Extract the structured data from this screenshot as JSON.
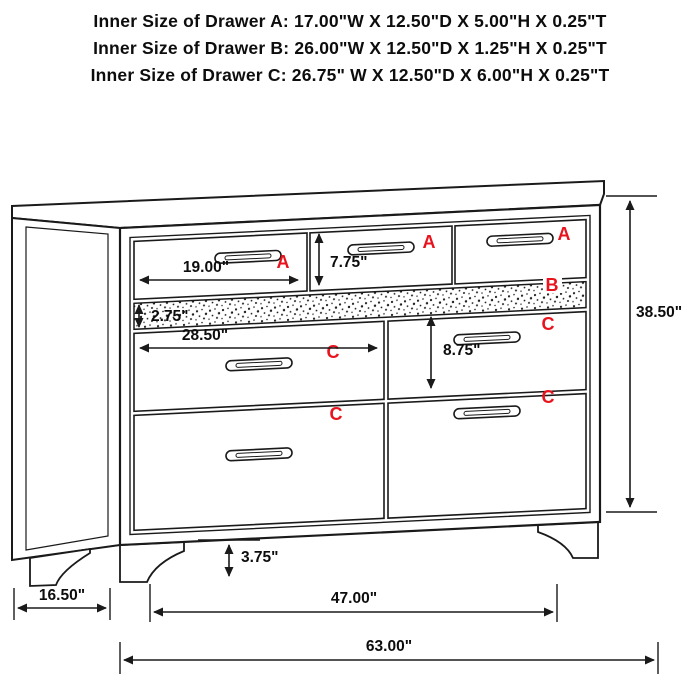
{
  "header": {
    "lines": [
      "Inner Size of Drawer A: 17.00\"W X 12.50\"D X 5.00\"H X 0.25\"T",
      "Inner Size of Drawer B: 26.00\"W X 12.50\"D X 1.25\"H X 0.25\"T",
      "Inner Size of Drawer C: 26.75\" W X 12.50\"D X 6.00\"H X 0.25\"T"
    ]
  },
  "diagram": {
    "labels": {
      "a": "A",
      "b": "B",
      "c": "C"
    },
    "dims": {
      "drawer_a_width": "19.00\"",
      "drawer_a_height": "7.75\"",
      "band_b_height": "2.75\"",
      "drawer_c_width": "28.50\"",
      "drawer_c_height": "8.75\"",
      "overall_height": "38.50\"",
      "leg_height": "3.75\"",
      "depth": "16.50\"",
      "inner_width": "47.00\"",
      "overall_width": "63.00\""
    },
    "colors": {
      "label_red": "#e8131d",
      "line_black": "#1a1a1a"
    }
  }
}
